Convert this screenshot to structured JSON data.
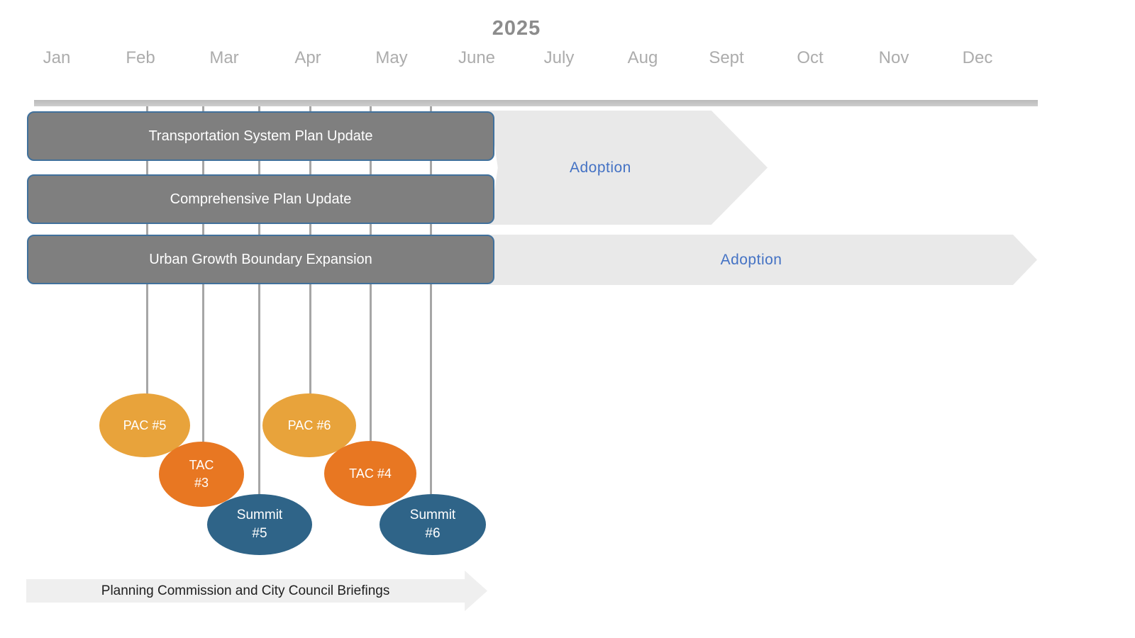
{
  "year": "2025",
  "months": [
    "Jan",
    "Feb",
    "Mar",
    "Apr",
    "May",
    "June",
    "July",
    "Aug",
    "Sept",
    "Oct",
    "Nov",
    "Dec"
  ],
  "projects": [
    {
      "label": "Transportation System Plan Update"
    },
    {
      "label": "Comprehensive Plan Update"
    },
    {
      "label": "Urban Growth Boundary Expansion"
    }
  ],
  "adoption_arrows": [
    {
      "label": "Adoption"
    },
    {
      "label": "Adoption"
    }
  ],
  "events": [
    {
      "line1": "PAC #5",
      "line2": "",
      "color": "#E8A33B"
    },
    {
      "line1": "TAC",
      "line2": "#3",
      "color": "#E87722"
    },
    {
      "line1": "Summit",
      "line2": "#5",
      "color": "#2F6488"
    },
    {
      "line1": "PAC #6",
      "line2": "",
      "color": "#E8A33B"
    },
    {
      "line1": "TAC #4",
      "line2": "",
      "color": "#E87722"
    },
    {
      "line1": "Summit",
      "line2": "#6",
      "color": "#2F6488"
    }
  ],
  "footer": {
    "label": "Planning Commission and City Council Briefings"
  },
  "colors": {
    "year_text": "#8C8C8C",
    "month_text": "#ACACAC",
    "timeline_bar": "#C2C2C2",
    "connector": "#A6A6A6",
    "project_fill": "#7F7F7F",
    "project_border": "#41719C",
    "project_text": "#FFFFFF",
    "adoption_fill": "#E9E9E9",
    "adoption_text": "#4472C4",
    "footer_fill": "#EFEFEF",
    "footer_text": "#1F1F1F"
  }
}
